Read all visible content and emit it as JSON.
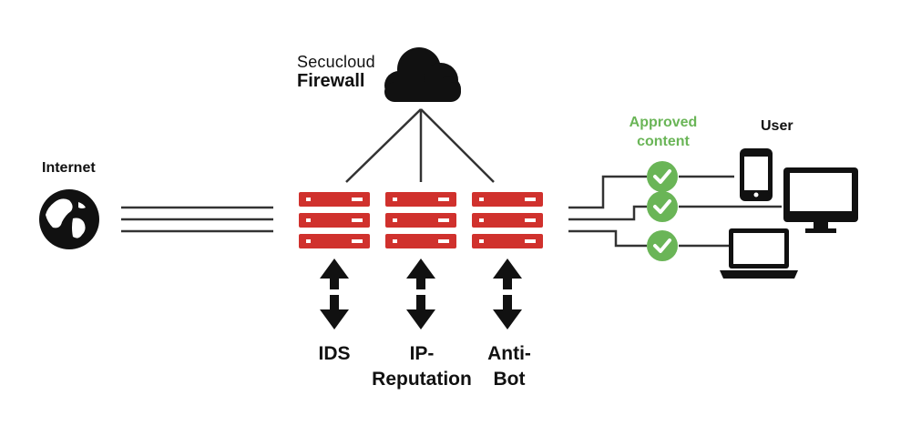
{
  "brand": {
    "line1": "Secucloud",
    "line2": "Firewall"
  },
  "internet": {
    "label": "Internet",
    "icon": "globe-icon"
  },
  "user": {
    "label": "User",
    "devices": [
      "smartphone-icon",
      "desktop-monitor-icon",
      "laptop-icon"
    ]
  },
  "approved": {
    "line1": "Approved",
    "line2": "content",
    "color": "#6ab557"
  },
  "services": [
    {
      "line1": "IDS",
      "line2": ""
    },
    {
      "line1": "IP-",
      "line2": "Reputation"
    },
    {
      "line1": "Anti-",
      "line2": "Bot"
    }
  ],
  "colors": {
    "server_red": "#d0312d",
    "line": "#333333",
    "check_green": "#6ab557",
    "icon_black": "#111111"
  }
}
